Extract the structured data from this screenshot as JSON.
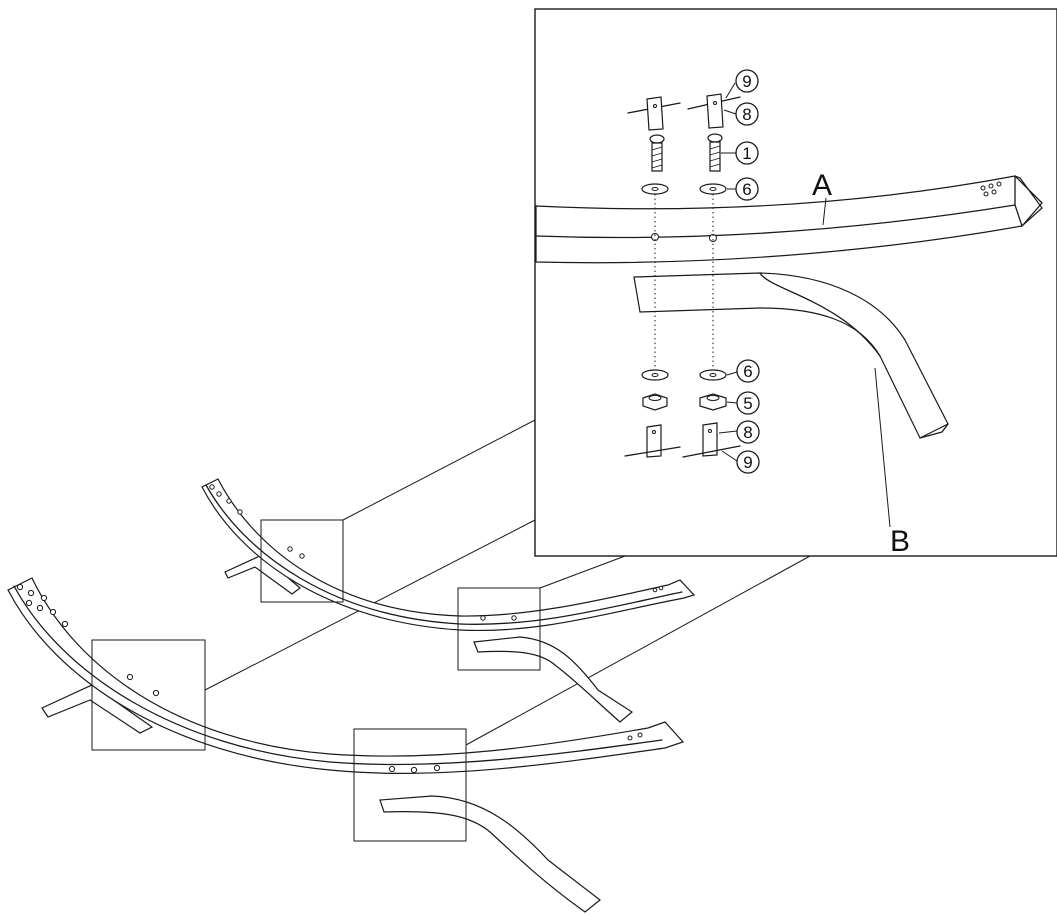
{
  "callouts": {
    "n9_top": "9",
    "n8_top": "8",
    "n1": "1",
    "n6_top": "6",
    "n6_bottom": "6",
    "n5": "5",
    "n8_bottom": "8",
    "n9_bottom": "9"
  },
  "part_labels": {
    "a": "A",
    "b": "B"
  },
  "colors": {
    "line": "#1a1a1a",
    "background": "#ffffff"
  }
}
